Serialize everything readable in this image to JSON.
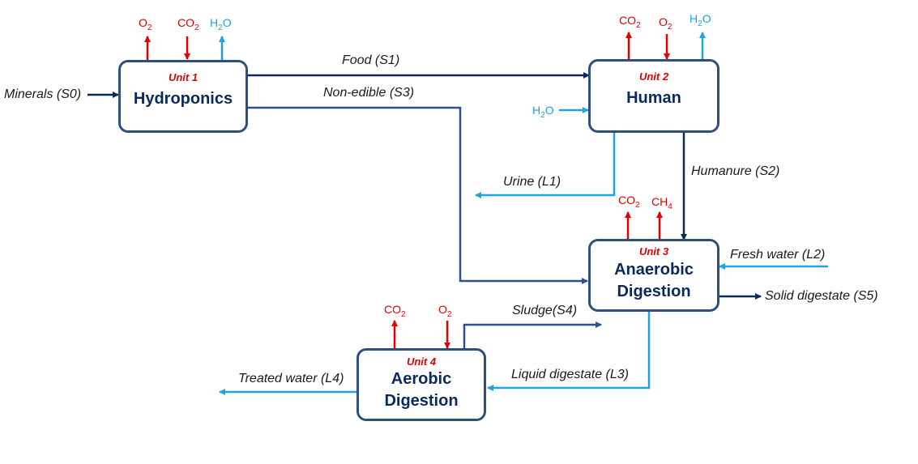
{
  "units": {
    "u1": {
      "label": "Unit 1",
      "name": "Hydroponics"
    },
    "u2": {
      "label": "Unit 2",
      "name": "Human"
    },
    "u3": {
      "label": "Unit 3",
      "name_line1": "Anaerobic",
      "name_line2": "Digestion"
    },
    "u4": {
      "label": "Unit 4",
      "name_line1": "Aerobic",
      "name_line2": "Digestion"
    }
  },
  "streams": {
    "minerals": "Minerals (S0)",
    "food": "Food (S1)",
    "non_edible": "Non-edible (S3)",
    "urine": "Urine (L1)",
    "humanure": "Humanure (S2)",
    "fresh_water": "Fresh water (L2)",
    "solid_digestate": "Solid digestate (S5)",
    "sludge": "Sludge(S4)",
    "liquid_digestate": "Liquid digestate (L3)",
    "treated_water": "Treated water (L4)"
  },
  "gases": {
    "u1": [
      {
        "base": "O",
        "sub": "2"
      },
      {
        "base": "CO",
        "sub": "2"
      },
      {
        "base": "H",
        "sub": "2",
        "tail": "O"
      }
    ],
    "u2": [
      {
        "base": "CO",
        "sub": "2"
      },
      {
        "base": "O",
        "sub": "2"
      },
      {
        "base": "H",
        "sub": "2",
        "tail": "O"
      }
    ],
    "u2_input": {
      "base": "H",
      "sub": "2",
      "tail": "O"
    },
    "u3": [
      {
        "base": "CO",
        "sub": "2"
      },
      {
        "base": "CH",
        "sub": "4"
      }
    ],
    "u4": [
      {
        "base": "CO",
        "sub": "2"
      },
      {
        "base": "O",
        "sub": "2"
      }
    ]
  },
  "colors": {
    "dark_arrow": "#0b2a5b",
    "mid_arrow": "#2f4f8f",
    "light_arrow": "#1fa3e0",
    "red_arrow": "#e00000",
    "unit_border": "#2f4f7f"
  }
}
